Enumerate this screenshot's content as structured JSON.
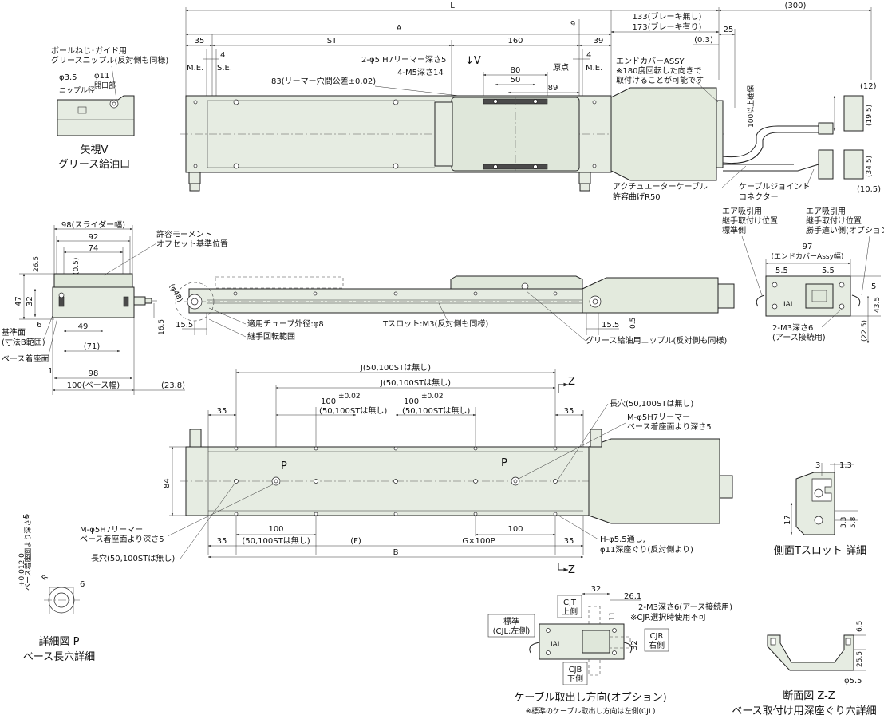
{
  "top_view": {
    "dim_L": "L",
    "dim_300": "(300)",
    "dim_A": "A",
    "dim_35": "35",
    "dim_ST": "ST",
    "dim_160": "160",
    "dim_9": "9",
    "dim_39": "39",
    "dim_133": "133(ブレーキ無し)",
    "dim_173": "173(ブレーキ有り)",
    "dim_25": "25",
    "dim_03": "(0.3)",
    "dim_4a": "4",
    "dim_4b": "4",
    "me_left": "M.E.",
    "se": "S.E.",
    "origin": "原点",
    "me_right": "M.E.",
    "reamer_hole": "2-φ5 H7リーマー深さ5",
    "view_v": "↓V",
    "m5": "4-M5深さ14",
    "dim_80": "80",
    "dim_50": "50",
    "dim_89": "89",
    "reamer_tol": "83(リーマー穴間公差±0.02)",
    "endcover_1": "エンドカバーASSY",
    "endcover_2": "※180度回転した向きで",
    "endcover_3": "取付けることが可能です",
    "secure_100": "100以上確保",
    "cable_bend_1": "アクチュエーターケーブル",
    "cable_bend_2": "許容曲げR50",
    "joint_1": "ケーブルジョイント",
    "joint_2": "コネクター",
    "dim_12": "(12)",
    "dim_195": "(19.5)",
    "dim_345": "(34.5)",
    "dim_105": "(10.5)"
  },
  "view_v_detail": {
    "note_1": "ボールねじ･ガイド用",
    "note_2": "グリースニップル(反対側も同様)",
    "d35": "φ3.5",
    "d35_sub": "ニップル径",
    "d11": "φ11",
    "d11_sub": "開口部",
    "title_1": "矢視V",
    "title_2": "グリース給油口"
  },
  "front_view": {
    "dim_98_slider": "98(スライダー幅)",
    "dim_92": "92",
    "dim_74": "74",
    "dim_265": "26.5",
    "dim_05": "(0.5)",
    "dim_47": "47",
    "dim_32": "32",
    "dim_6": "6",
    "dim_49": "49",
    "dim_71": "(71)",
    "dim_1": "1",
    "dim_98": "98",
    "dim_100": "100(ベース幅)",
    "dim_238": "(23.8)",
    "dim_165": "16.5",
    "base_ref_1": "基準面",
    "base_ref_2": "(寸法B範囲)",
    "base_mount": "ベース着座面",
    "moment_1": "許容モーメント",
    "moment_2": "オフセット基準位置"
  },
  "side_view": {
    "d48": "(φ48)",
    "dim_155a": "15.5",
    "dim_155b": "15.5",
    "dim_05": "0.5",
    "tube": "適用チューブ外径:φ8",
    "joint_rot": "継手回転範囲",
    "tslot": "Tスロット:M3(反対側も同様)",
    "grease": "グリース給油用ニップル(反対側も同様)"
  },
  "end_view": {
    "air_std_1": "エア吸引用",
    "air_std_2": "継手取付け位置",
    "air_std_3": "標準側",
    "air_opt_1": "エア吸引用",
    "air_opt_2": "継手取付け位置",
    "air_opt_3": "勝手違い側(オプション)",
    "dim_97": "97",
    "dim_97_sub": "(エンドカバーAssy幅)",
    "dim_55a": "5.5",
    "dim_55b": "5.5",
    "dim_5": "5",
    "dim_435": "43.5",
    "dim_225": "(22.5)",
    "m3_1": "2-M3深さ6",
    "m3_2": "(アース接続用)"
  },
  "bottom_view": {
    "dim_J1": "J(50,100STは無し)",
    "dim_J2": "J(50,100STは無し)",
    "dim_100a": "100",
    "tol_a": "±0.02",
    "note_a": "(50,100STは無し)",
    "dim_100b": "100",
    "tol_b": "±0.02",
    "note_b": "(50,100STは無し)",
    "dim_35a": "35",
    "dim_35b": "35",
    "dim_35c": "35",
    "dim_35d": "35",
    "dim_84": "84",
    "z_top": "Z",
    "z_bot": "Z",
    "slot_1": "長穴(50,100STは無し)",
    "reamer_r_1": "M-φ5H7リーマー",
    "reamer_r_2": "ベース着座面より深さ5",
    "p1": "P",
    "p2": "P",
    "reamer_l_1": "M-φ5H7リーマー",
    "reamer_l_2": "ベース着座面より深さ5",
    "slot_2": "長穴(50,100STは無し)",
    "dim_100c": "100",
    "dim_100c_sub": "(50,100STは無し)",
    "dim_F": "(F)",
    "dim_Gx100P": "G×100P",
    "dim_100d": "100",
    "dim_B": "B",
    "h_hole_1": "H-φ5.5通し,",
    "h_hole_2": "φ11深座ぐり(反対側より)"
  },
  "detail_p": {
    "vertical_1": "5",
    "vertical_tol": "+0.012 0",
    "vertical_2": "ベース着座面より深さ5",
    "r": "R",
    "dim_6": "6",
    "title_1": "詳細図 P",
    "title_2": "ベース長穴詳細"
  },
  "cable_dir": {
    "std": "標準",
    "std_sub": "(CJL:左側)",
    "cjt_1": "CJT",
    "cjt_2": "上側",
    "cjb_1": "CJB",
    "cjb_2": "下側",
    "cjr_1": "CJR",
    "cjr_2": "右側",
    "dim_32a": "32",
    "dim_32b": "32",
    "dim_261": "26.1",
    "dim_11": "11",
    "m3_1": "2-M3深さ6(アース接続用)",
    "m3_2": "※CJR選択時使用不可",
    "title": "ケーブル取出し方向(オプション)",
    "note": "※標準のケーブル取出し方向は左側(CJL)"
  },
  "tslot_detail": {
    "dim_3": "3",
    "dim_13": "1.3",
    "dim_17": "17",
    "dim_33": "3.3",
    "dim_58": "5.8",
    "title": "側面Tスロット 詳細"
  },
  "section_zz": {
    "dim_65": "6.5",
    "dim_255": "25.5",
    "dim_55": "φ5.5",
    "title_1": "断面図 Z-Z",
    "title_2": "ベース取付け用深座ぐり穴詳細"
  }
}
